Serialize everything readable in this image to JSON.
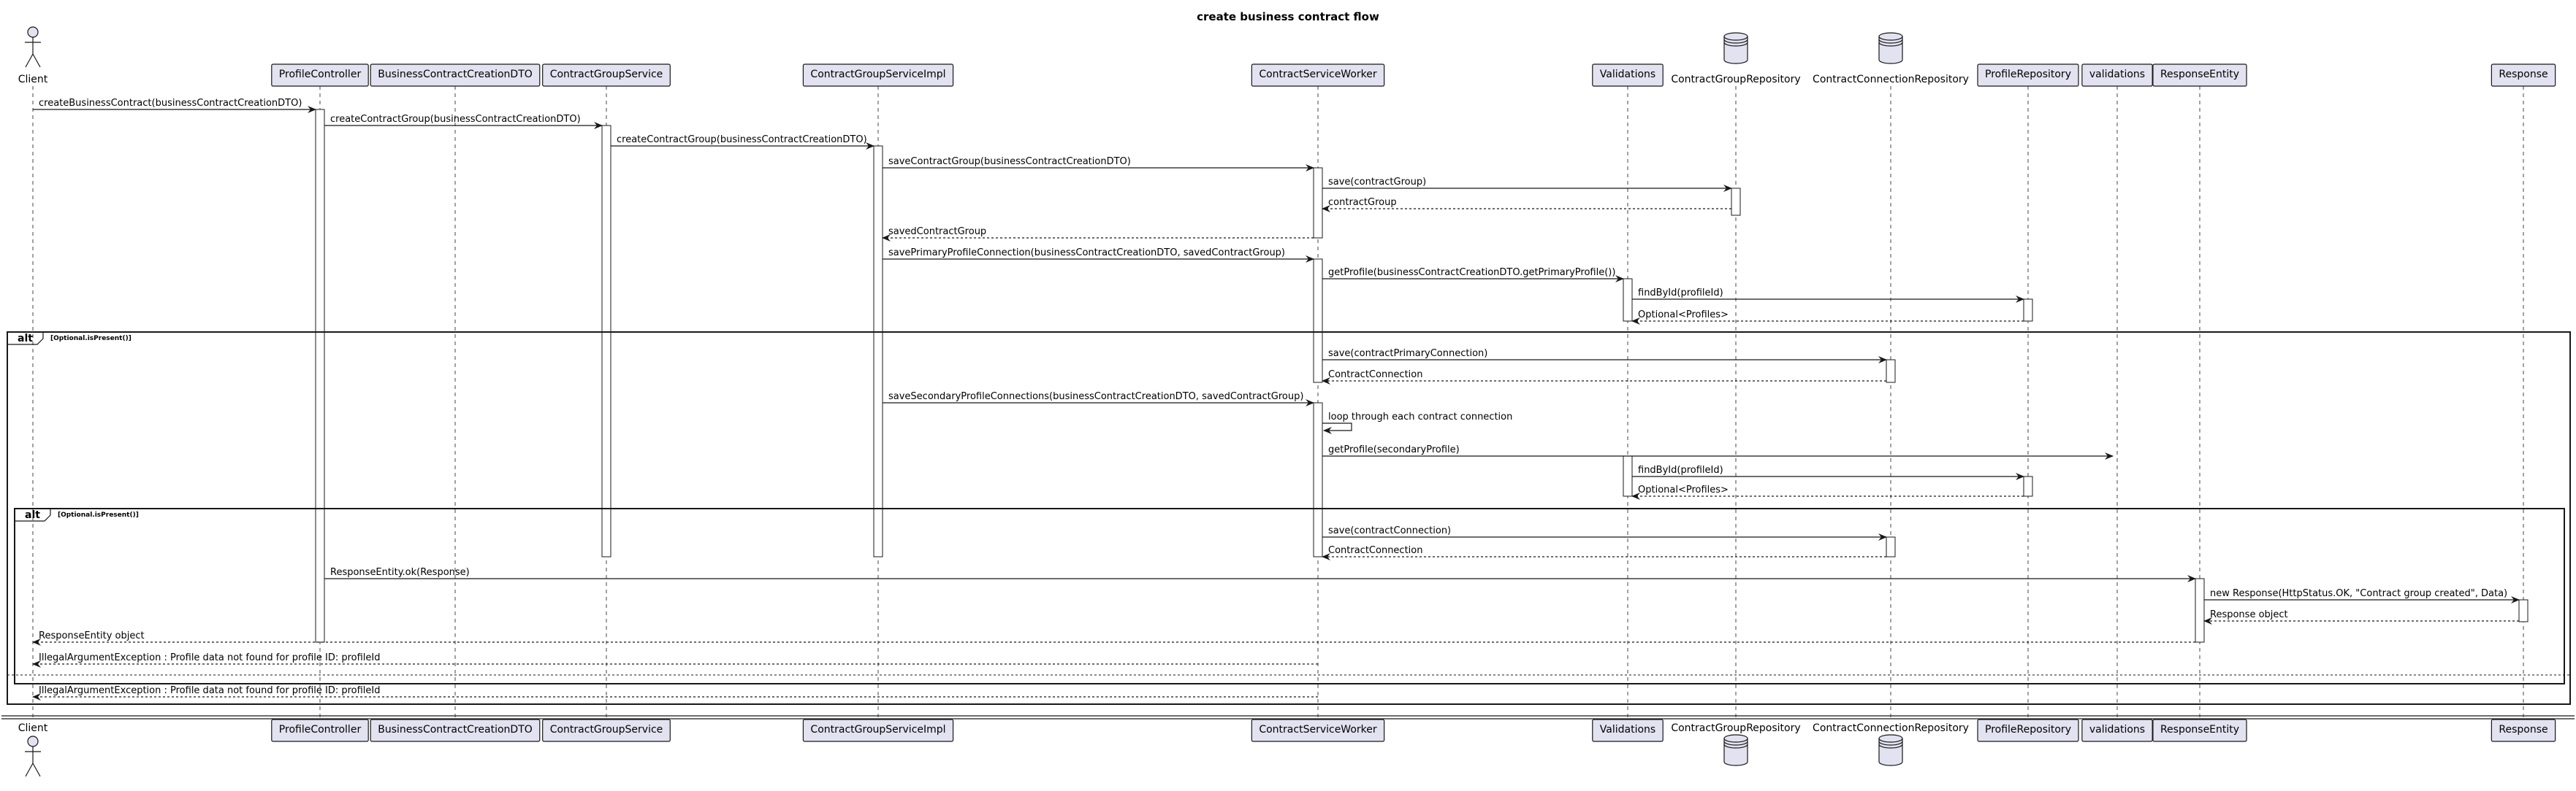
{
  "title": "create business contract flow",
  "participants": [
    {
      "id": "client",
      "label": "Client",
      "kind": "actor"
    },
    {
      "id": "profile_controller",
      "label": "ProfileController",
      "kind": "participant"
    },
    {
      "id": "business_dto",
      "label": "BusinessContractCreationDTO",
      "kind": "participant"
    },
    {
      "id": "cg_service",
      "label": "ContractGroupService",
      "kind": "participant"
    },
    {
      "id": "cg_service_impl",
      "label": "ContractGroupServiceImpl",
      "kind": "participant"
    },
    {
      "id": "cs_worker",
      "label": "ContractServiceWorker",
      "kind": "participant"
    },
    {
      "id": "validations",
      "label": "Validations",
      "kind": "participant"
    },
    {
      "id": "cg_repo",
      "label": "ContractGroupRepository",
      "kind": "database"
    },
    {
      "id": "cc_repo",
      "label": "ContractConnectionRepository",
      "kind": "database"
    },
    {
      "id": "profile_repo",
      "label": "ProfileRepository",
      "kind": "participant"
    },
    {
      "id": "validations_lc",
      "label": "validations",
      "kind": "participant"
    },
    {
      "id": "response_entity",
      "label": "ResponseEntity",
      "kind": "participant"
    },
    {
      "id": "response",
      "label": "Response",
      "kind": "participant"
    }
  ],
  "messages": [
    {
      "from": "client",
      "to": "profile_controller",
      "label": "createBusinessContract(businessContractCreationDTO)",
      "style": "sync"
    },
    {
      "from": "profile_controller",
      "to": "cg_service",
      "label": "createContractGroup(businessContractCreationDTO)",
      "style": "sync"
    },
    {
      "from": "cg_service",
      "to": "cg_service_impl",
      "label": "createContractGroup(businessContractCreationDTO)",
      "style": "sync"
    },
    {
      "from": "cg_service_impl",
      "to": "cs_worker",
      "label": "saveContractGroup(businessContractCreationDTO)",
      "style": "sync"
    },
    {
      "from": "cs_worker",
      "to": "cg_repo",
      "label": "save(contractGroup)",
      "style": "sync"
    },
    {
      "from": "cg_repo",
      "to": "cs_worker",
      "label": "contractGroup",
      "style": "return"
    },
    {
      "from": "cs_worker",
      "to": "cg_service_impl",
      "label": "savedContractGroup",
      "style": "return"
    },
    {
      "from": "cg_service_impl",
      "to": "cs_worker",
      "label": "savePrimaryProfileConnection(businessContractCreationDTO, savedContractGroup)",
      "style": "sync"
    },
    {
      "from": "cs_worker",
      "to": "validations",
      "label": "getProfile(businessContractCreationDTO.getPrimaryProfile())",
      "style": "sync"
    },
    {
      "from": "validations",
      "to": "profile_repo",
      "label": "findById(profileId)",
      "style": "sync"
    },
    {
      "from": "profile_repo",
      "to": "validations",
      "label": "Optional<Profiles>",
      "style": "return"
    },
    {
      "from": "cs_worker",
      "to": "cc_repo",
      "label": "save(contractPrimaryConnection)",
      "style": "sync"
    },
    {
      "from": "cc_repo",
      "to": "cs_worker",
      "label": "ContractConnection",
      "style": "return"
    },
    {
      "from": "cg_service_impl",
      "to": "cs_worker",
      "label": "saveSecondaryProfileConnections(businessContractCreationDTO, savedContractGroup)",
      "style": "sync"
    },
    {
      "from": "cs_worker",
      "to": "cs_worker",
      "label": "loop through each contract connection",
      "style": "self"
    },
    {
      "from": "cs_worker",
      "to": "validations_lc",
      "label": "getProfile(secondaryProfile)",
      "style": "sync"
    },
    {
      "from": "validations",
      "to": "profile_repo",
      "label": "findById(profileId)",
      "style": "sync"
    },
    {
      "from": "profile_repo",
      "to": "validations",
      "label": "Optional<Profiles>",
      "style": "return"
    },
    {
      "from": "cs_worker",
      "to": "cc_repo",
      "label": "save(contractConnection)",
      "style": "sync"
    },
    {
      "from": "cc_repo",
      "to": "cs_worker",
      "label": "ContractConnection",
      "style": "return"
    },
    {
      "from": "profile_controller",
      "to": "response_entity",
      "label": "ResponseEntity.ok(Response)",
      "style": "sync"
    },
    {
      "from": "response_entity",
      "to": "response",
      "label": "new Response(HttpStatus.OK, \"Contract group created\", Data)",
      "style": "sync"
    },
    {
      "from": "response",
      "to": "response_entity",
      "label": "Response object",
      "style": "return"
    },
    {
      "from": "response_entity",
      "to": "client",
      "label": "ResponseEntity object",
      "style": "return"
    },
    {
      "from": "cs_worker",
      "to": "client",
      "label": "IllegalArgumentException : Profile data not found for profile ID: profileId",
      "style": "return"
    },
    {
      "from": "cs_worker",
      "to": "client",
      "label": "IllegalArgumentException : Profile data not found for profile ID: profileId",
      "style": "return"
    }
  ],
  "fragments": [
    {
      "tag": "alt",
      "condition": "[Optional.isPresent()]"
    },
    {
      "tag": "alt",
      "condition": "[Optional.isPresent()]"
    }
  ]
}
